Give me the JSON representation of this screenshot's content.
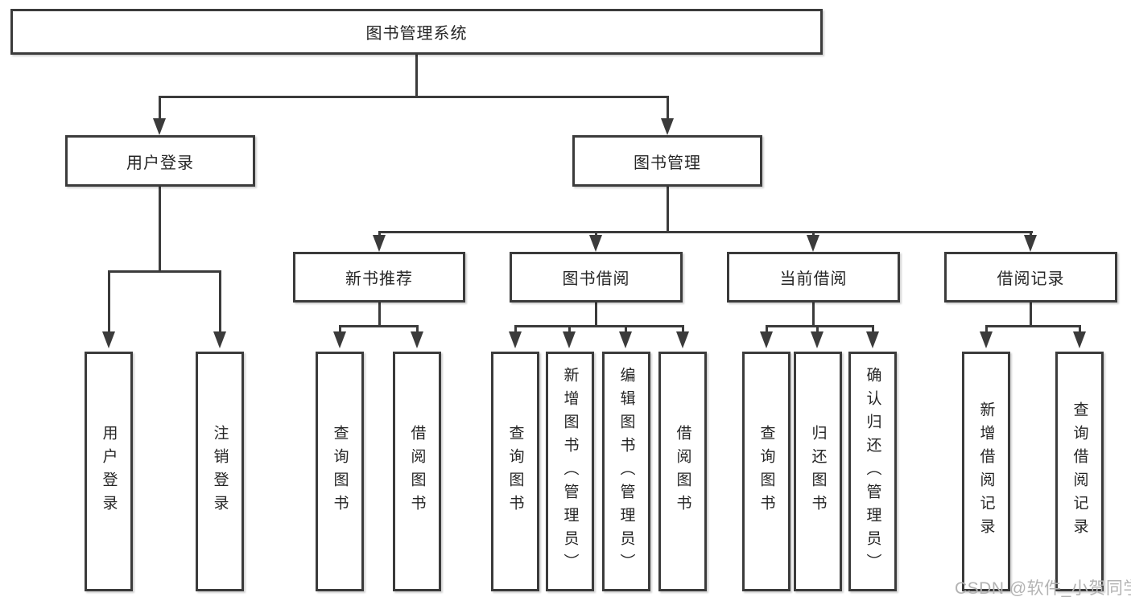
{
  "nodes": {
    "root": "图书管理系统",
    "user_login": "用户登录",
    "book_mgmt": "图书管理",
    "new_books": "新书推荐",
    "borrowing": "图书借阅",
    "current": "当前借阅",
    "records": "借阅记录",
    "leaves": {
      "user_login_1": "用户登录",
      "user_login_2": "注销登录",
      "new_books_1": "查询图书",
      "new_books_2": "借阅图书",
      "borrowing_1": "查询图书",
      "borrowing_2": "新增图书（管理员）",
      "borrowing_3": "编辑图书（管理员）",
      "borrowing_4": "借阅图书",
      "current_1": "查询图书",
      "current_2": "归还图书",
      "current_3": "确认归还（管理员）",
      "records_1": "新增借阅记录",
      "records_2": "查询借阅记录"
    }
  },
  "watermark": {
    "text": "CSDN @软件_小贺同学",
    "color": "#b3b3b3"
  },
  "colors": {
    "line": "#3b3b3b",
    "box_border": "#3b3b3b",
    "box_background": "#ffffff",
    "text": "#262626",
    "page_background": "#ffffff"
  }
}
